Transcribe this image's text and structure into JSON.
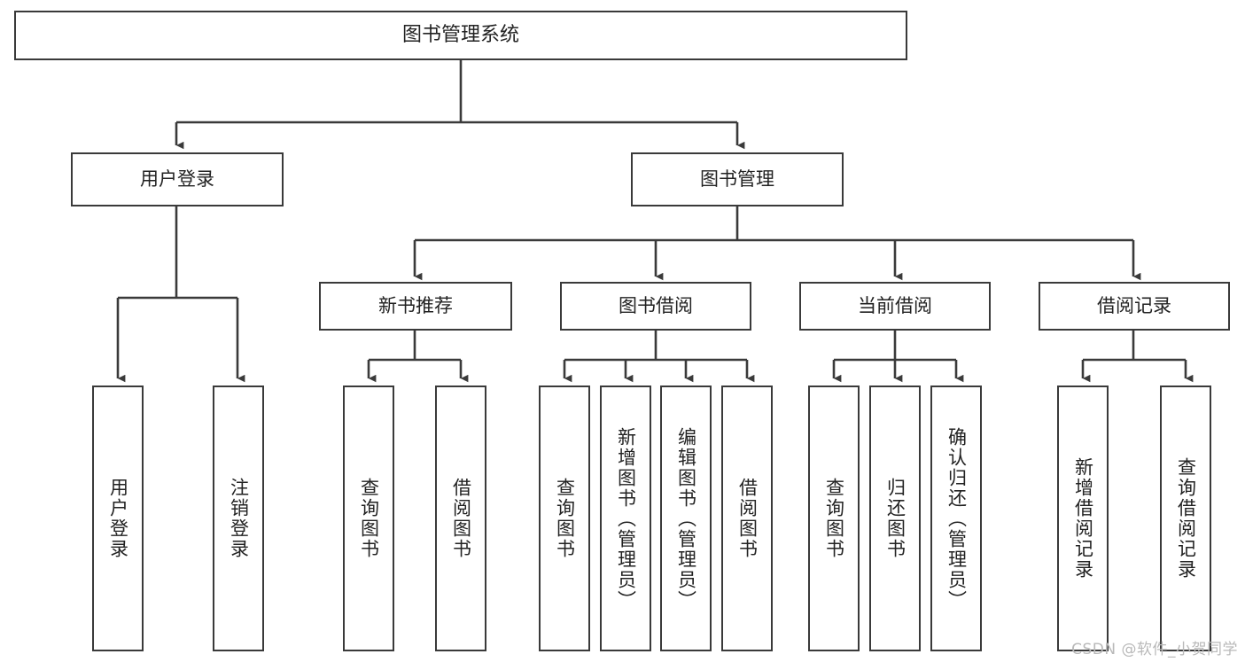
{
  "diagram": {
    "title": "图书管理系统",
    "type": "hierarchy-tree",
    "watermark": "CSDN @软件_小贺同学",
    "colors": {
      "border": "#3a3a3a",
      "background": "#ffffff",
      "text": "#222222",
      "watermark": "#b9b9b9"
    },
    "levels": {
      "root": {
        "label": "图书管理系统"
      },
      "level2": [
        {
          "label": "用户登录"
        },
        {
          "label": "图书管理"
        }
      ],
      "level3": [
        {
          "label": "新书推荐"
        },
        {
          "label": "图书借阅"
        },
        {
          "label": "当前借阅"
        },
        {
          "label": "借阅记录"
        }
      ],
      "leaves": {
        "user_login": [
          {
            "label": "用户登录"
          },
          {
            "label": "注销登录"
          }
        ],
        "new_book_recommend": [
          {
            "label": "查询图书"
          },
          {
            "label": "借阅图书"
          }
        ],
        "book_borrow": [
          {
            "label": "查询图书"
          },
          {
            "label": "新增图书（管理员）"
          },
          {
            "label": "编辑图书（管理员）"
          },
          {
            "label": "借阅图书"
          }
        ],
        "current_borrow": [
          {
            "label": "查询图书"
          },
          {
            "label": "归还图书"
          },
          {
            "label": "确认归还（管理员）"
          }
        ],
        "borrow_record": [
          {
            "label": "新增借阅记录"
          },
          {
            "label": "查询借阅记录"
          }
        ]
      }
    }
  }
}
